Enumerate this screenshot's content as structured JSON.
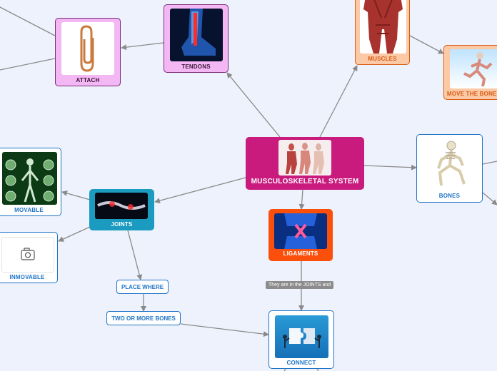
{
  "root": {
    "label": "MUSCULOSKELETAL SYSTEM"
  },
  "nodes": {
    "tendons": "TENDONS",
    "attach": "ATTACH",
    "muscles": "MUSCLES",
    "move_the_bones": "MOVE THE BONES",
    "bones": "BONES",
    "joints": "JOINTS",
    "ligaments": "LIGAMENTS",
    "movable": "MOVABLE",
    "inmovable": "INMOVABLE",
    "place_where": "PLACE WHERE",
    "two_or_more_bones": "TWO OR MORE BONES",
    "connect": "CONNECT"
  },
  "edge_labels": {
    "ligaments_to_connect": "They are in the JOINTS and"
  },
  "colors": {
    "background": "#eef2fc",
    "root": "#c91a7e",
    "tendons": "#f3b8f3",
    "attach": "#f3b8f3",
    "muscles": "#fcc9a7",
    "joints": "#1c9bc0",
    "ligaments": "#fb4f0c",
    "blue_outline": "#1f74c7"
  },
  "icons": {
    "inmovable": "camera-icon"
  }
}
